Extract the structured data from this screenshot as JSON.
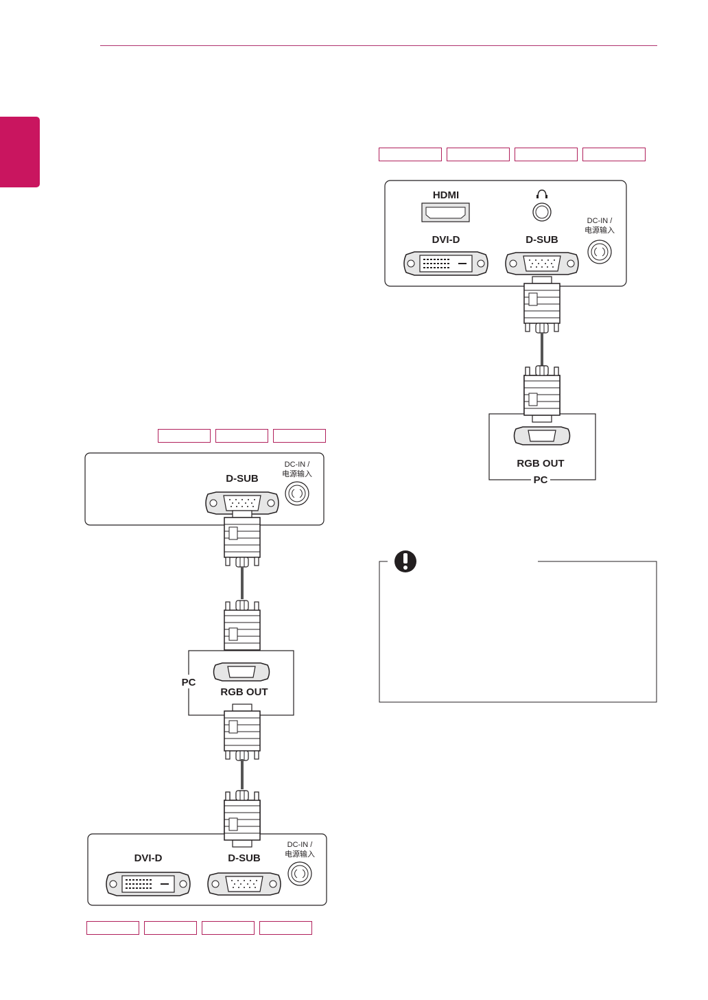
{
  "header": {
    "accent_color": "#b0306e",
    "side_tab_color": "#c9155f"
  },
  "left_section": {
    "model_tags_top": [
      "",
      "",
      ""
    ],
    "monitor_top": {
      "port_dsub": "D-SUB",
      "port_dcin": "DC-IN /",
      "port_dcin_cn": "电源输入"
    },
    "pc": {
      "label": "PC",
      "port": "RGB OUT"
    },
    "monitor_bottom": {
      "port_dvid": "DVI-D",
      "port_dsub": "D-SUB",
      "port_dcin": "DC-IN /",
      "port_dcin_cn": "电源输入"
    },
    "model_tags_bottom": [
      "",
      "",
      "",
      ""
    ]
  },
  "right_section": {
    "model_tags": [
      "",
      "",
      "",
      ""
    ],
    "monitor": {
      "port_hdmi": "HDMI",
      "port_dvid": "DVI-D",
      "port_dsub": "D-SUB",
      "port_dcin": "DC-IN /",
      "port_dcin_cn": "电源输入",
      "headphone_icon": "headphone-icon"
    },
    "pc": {
      "label": "PC",
      "port": "RGB OUT"
    }
  },
  "caution": {
    "icon": "exclamation-icon",
    "lines": []
  }
}
